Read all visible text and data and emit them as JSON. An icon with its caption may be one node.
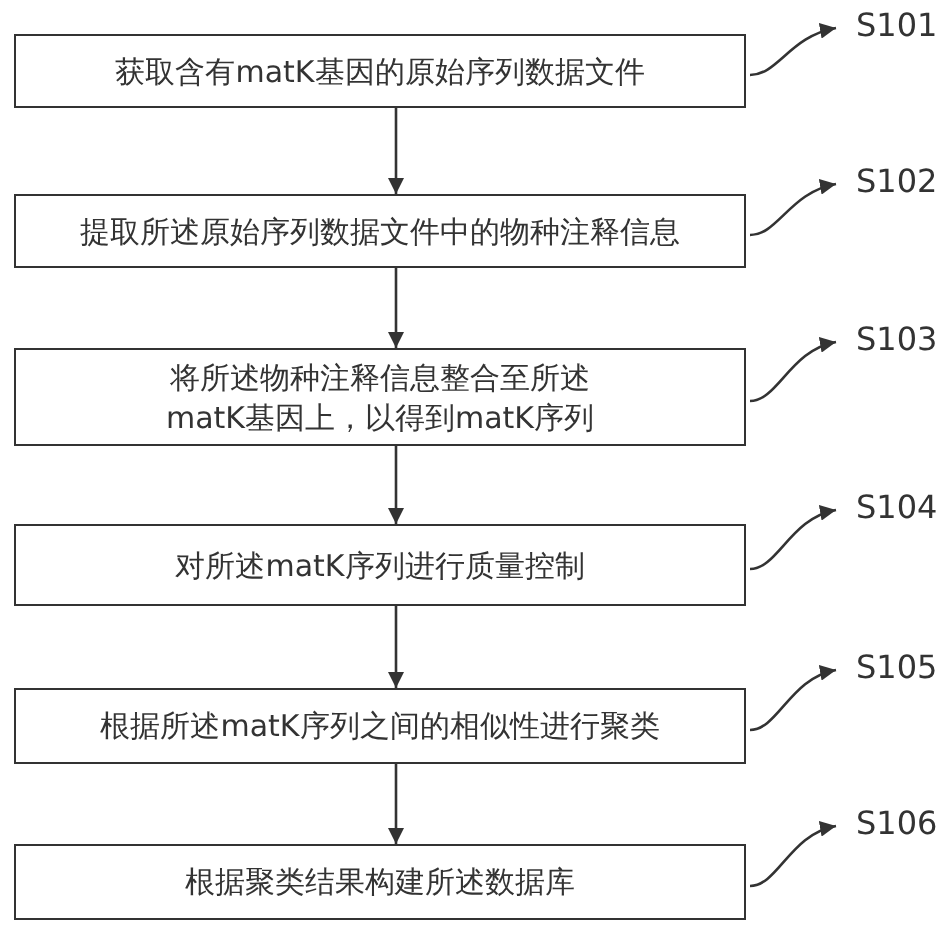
{
  "diagram": {
    "nodes": [
      {
        "text": [
          "获取含有matK基因的原始序列数据文件"
        ]
      },
      {
        "text": [
          "提取所述原始序列数据文件中的物种注释信息"
        ]
      },
      {
        "text": [
          "将所述物种注释信息整合至所述matK基因上，以得到matK序列"
        ]
      },
      {
        "text": [
          "对所述matK序列进行质量控制"
        ]
      },
      {
        "text": [
          "根据所述matK序列之间的相似性进行聚类"
        ]
      },
      {
        "text": [
          "根据聚类结果构建所述数据库"
        ]
      },
      {
        "text": [
          "S101"
        ]
      },
      {
        "text": [
          "S102"
        ]
      },
      {
        "text": [
          "S103"
        ]
      },
      {
        "text": [
          "S104"
        ]
      },
      {
        "text": [
          "S105"
        ]
      },
      {
        "text": [
          "S106"
        ]
      }
    ],
    "edges": [
      {
        "from": 0,
        "to": 1,
        "arrow": "to"
      },
      {
        "from": 1,
        "to": 2,
        "arrow": "to"
      },
      {
        "from": 2,
        "to": 3,
        "arrow": "to"
      },
      {
        "from": 3,
        "to": 4,
        "arrow": "to"
      },
      {
        "from": 4,
        "to": 5,
        "arrow": "to"
      },
      {
        "from": 0,
        "to": 6,
        "arrow": "to"
      },
      {
        "from": 1,
        "to": 7,
        "arrow": "to"
      },
      {
        "from": 2,
        "to": 8,
        "arrow": "to"
      },
      {
        "from": 3,
        "to": 9,
        "arrow": "to"
      },
      {
        "from": 4,
        "to": 10,
        "arrow": "to"
      },
      {
        "from": 5,
        "to": 11,
        "arrow": "to"
      }
    ]
  }
}
